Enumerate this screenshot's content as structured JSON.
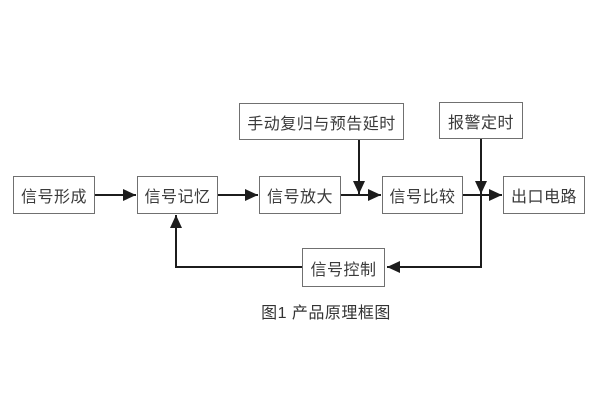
{
  "diagram": {
    "caption": "图1 产品原理框图",
    "boxes": {
      "signal_forming": "信号形成",
      "signal_memory": "信号记忆",
      "signal_amplify": "信号放大",
      "signal_compare": "信号比较",
      "output_circuit": "出口电路",
      "manual_reset_delay": "手动复归与预告延时",
      "alarm_timing": "报警定时",
      "signal_control": "信号控制"
    },
    "colors": {
      "background": "#ffffff",
      "box_border": "#707070",
      "box_text": "#3a3a3a",
      "line": "#1c1c1c",
      "caption_text": "#333333"
    }
  }
}
